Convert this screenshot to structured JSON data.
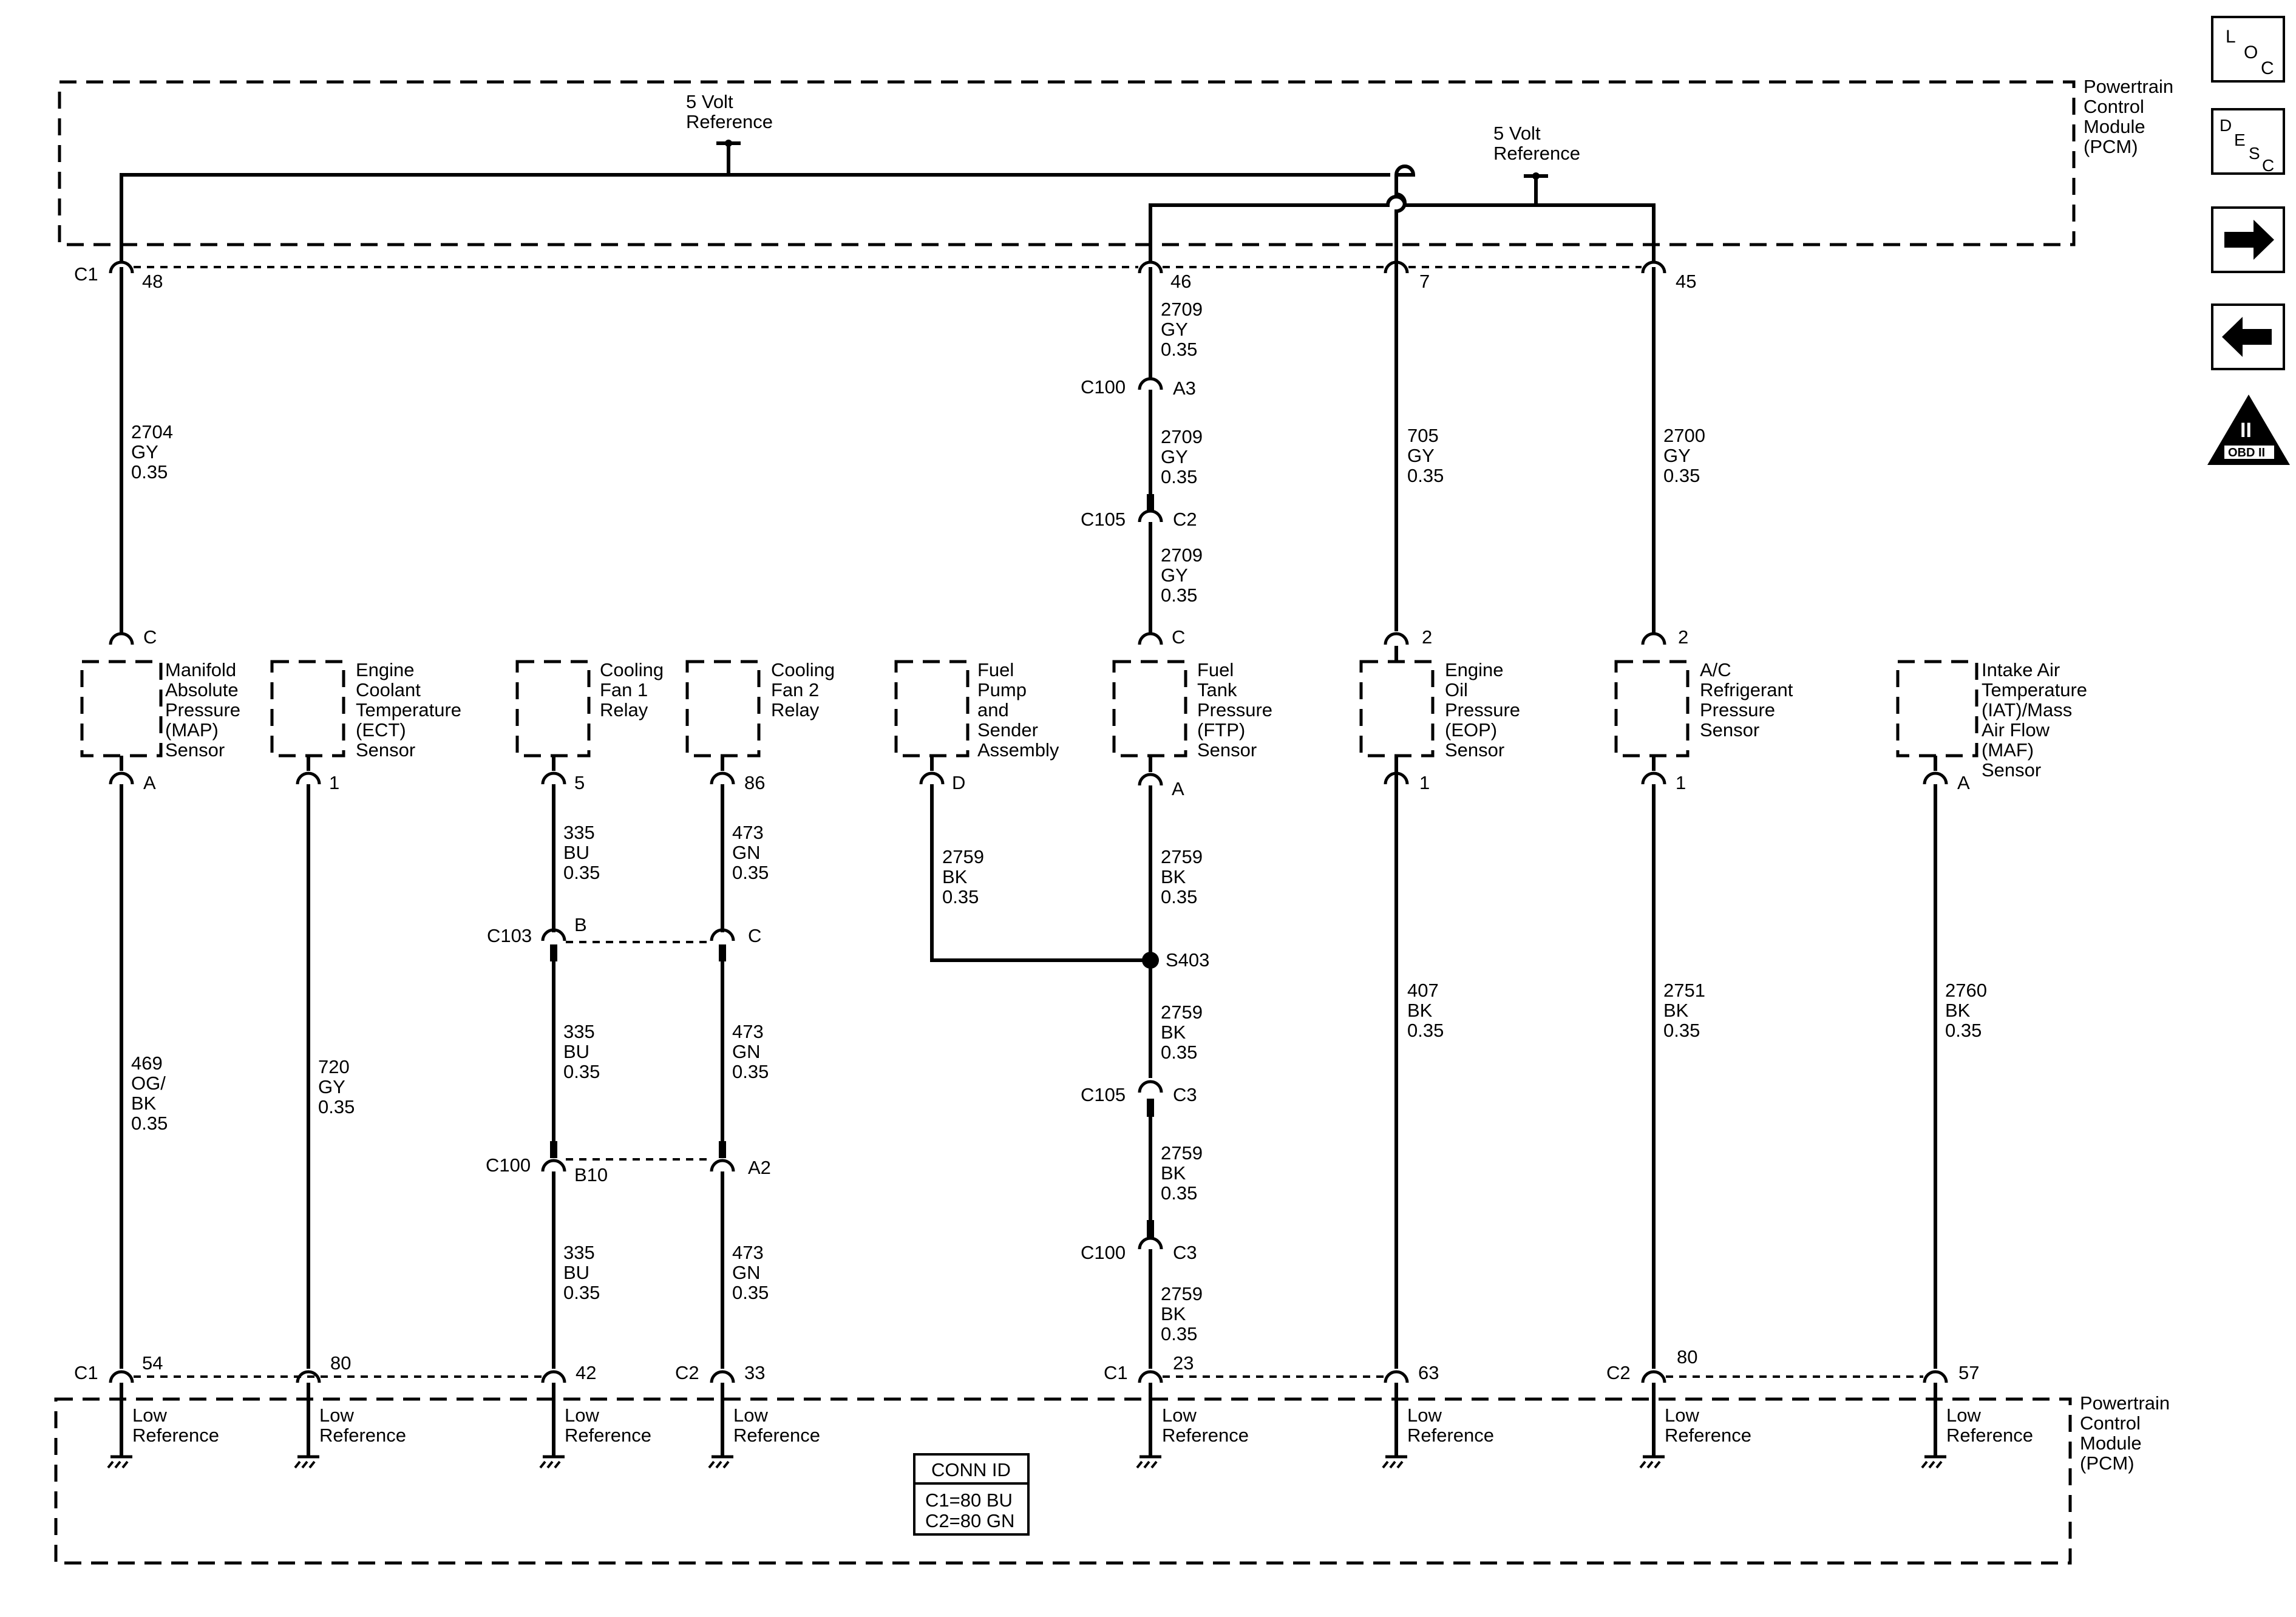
{
  "pcm": {
    "label": [
      "Powertrain",
      "Control",
      "Module",
      "(PCM)"
    ],
    "ref_5v": [
      "5 Volt",
      "Reference"
    ],
    "low_ref": [
      "Low",
      "Reference"
    ],
    "conn_id_title": "CONN ID",
    "conn_id_rows": [
      "C1=80 BU",
      "C2=80 GN"
    ]
  },
  "top_pins": [
    {
      "conn": "C1",
      "pin": "48"
    },
    {
      "conn": "",
      "pin": "46"
    },
    {
      "conn": "",
      "pin": "7"
    },
    {
      "conn": "",
      "pin": "45"
    }
  ],
  "bottom_pins": [
    {
      "conn": "C1",
      "pin": "54"
    },
    {
      "conn": "",
      "pin": "80"
    },
    {
      "conn": "",
      "pin": "42"
    },
    {
      "conn": "C2",
      "pin": "33"
    },
    {
      "conn": "C1",
      "pin": "23"
    },
    {
      "conn": "",
      "pin": "63"
    },
    {
      "conn": "C2",
      "pin": "80"
    },
    {
      "conn": "",
      "pin": "57"
    }
  ],
  "components": [
    {
      "name": [
        "Manifold",
        "Absolute",
        "Pressure",
        "(MAP)",
        "Sensor"
      ],
      "pin_top": "C",
      "pin_bottom": "A"
    },
    {
      "name": [
        "Engine",
        "Coolant",
        "Temperature",
        "(ECT)",
        "Sensor"
      ],
      "pin_top": "",
      "pin_bottom": "1"
    },
    {
      "name": [
        "Cooling",
        "Fan 1",
        "Relay"
      ],
      "pin_top": "",
      "pin_bottom": "5"
    },
    {
      "name": [
        "Cooling",
        "Fan 2",
        "Relay"
      ],
      "pin_top": "",
      "pin_bottom": "86"
    },
    {
      "name": [
        "Fuel",
        "Pump",
        "and",
        "Sender",
        "Assembly"
      ],
      "pin_top": "",
      "pin_bottom": "D"
    },
    {
      "name": [
        "Fuel",
        "Tank",
        "Pressure",
        "(FTP)",
        "Sensor"
      ],
      "pin_top": "C",
      "pin_bottom": "A"
    },
    {
      "name": [
        "Engine",
        "Oil",
        "Pressure",
        "(EOP)",
        "Sensor"
      ],
      "pin_top": "2",
      "pin_bottom": "1"
    },
    {
      "name": [
        "A/C",
        "Refrigerant",
        "Pressure",
        "Sensor"
      ],
      "pin_top": "2",
      "pin_bottom": "1"
    },
    {
      "name": [
        "Intake Air",
        "Temperature",
        "(IAT)/Mass",
        "Air Flow",
        "(MAF)",
        "Sensor"
      ],
      "pin_top": "",
      "pin_bottom": "A"
    }
  ],
  "wires": {
    "w2704": [
      "2704",
      "GY",
      "0.35"
    ],
    "w2709": [
      "2709",
      "GY",
      "0.35"
    ],
    "w705": [
      "705",
      "GY",
      "0.35"
    ],
    "w2700": [
      "2700",
      "GY",
      "0.35"
    ],
    "w469": [
      "469",
      "OG/",
      "BK",
      "0.35"
    ],
    "w720": [
      "720",
      "GY",
      "0.35"
    ],
    "w335": [
      "335",
      "BU",
      "0.35"
    ],
    "w473": [
      "473",
      "GN",
      "0.35"
    ],
    "w2759": [
      "2759",
      "BK",
      "0.35"
    ],
    "w407": [
      "407",
      "BK",
      "0.35"
    ],
    "w2751": [
      "2751",
      "BK",
      "0.35"
    ],
    "w2760": [
      "2760",
      "BK",
      "0.35"
    ]
  },
  "inline_connectors": {
    "c100_a3": [
      "C100",
      "A3"
    ],
    "c105_c2": [
      "C105",
      "C2"
    ],
    "c103": [
      "C103",
      "B",
      "C"
    ],
    "c100_b10": [
      "C100",
      "B10",
      "A2"
    ],
    "c105_c3": [
      "C105",
      "C3"
    ],
    "c100_c3": [
      "C100",
      "C3"
    ],
    "splice": "S403"
  },
  "side_icons": {
    "loc": [
      "L",
      "O",
      "C"
    ],
    "desc": [
      "D",
      "E",
      "S",
      "C"
    ],
    "next": "right-arrow-icon",
    "prev": "left-arrow-icon",
    "obd": [
      "II",
      "OBD II"
    ]
  }
}
